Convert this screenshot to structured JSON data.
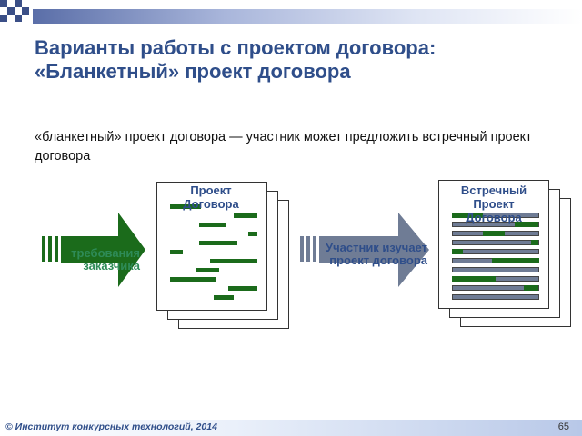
{
  "slide": {
    "title_line1": "Варианты работы с проектом договора:",
    "title_line2": "«Бланкетный» проект договора",
    "subtitle": "«бланкетный» проект договора — участник может предложить встречный проект договора",
    "footer": "© Институт конкурсных технологий, 2014",
    "page_number": "65"
  },
  "diagram": {
    "arrow1_text": "требования заказчика",
    "doc1_label": "Проект Договора",
    "arrow2_text": "Участник изучает проект договора",
    "doc2_label": "Встречный Проект Договора"
  },
  "colors": {
    "title": "#2f4e8a",
    "green_arrow": "#1b6b1b",
    "gray_arrow": "#6f7c95",
    "label_blue": "#2f4e8a"
  }
}
